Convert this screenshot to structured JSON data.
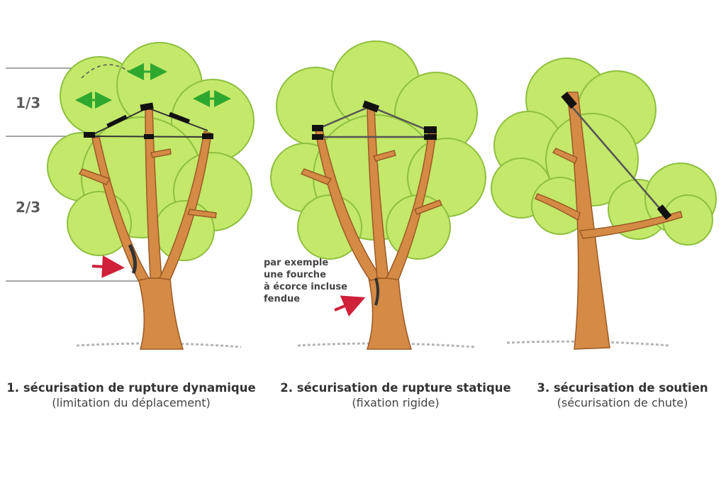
{
  "thirds": {
    "upper": "1/3",
    "lower": "2/3"
  },
  "note": {
    "lines": [
      "par exemple",
      "une fourche",
      "à écorce incluse",
      "fendue"
    ]
  },
  "captions": [
    {
      "title": "1. sécurisation de rupture dynamique",
      "sub": "(limitation du déplacement)"
    },
    {
      "title": "2. sécurisation de rupture statique",
      "sub": "(fixation rigide)"
    },
    {
      "title": "3. sécurisation de soutien",
      "sub": "(sécurisation de chute)"
    }
  ],
  "colors": {
    "foliage": "#c3e86a",
    "foliage_edge": "#8fbf3f",
    "trunk": "#d58a45",
    "trunk_edge": "#9a5a25",
    "cable": "#333333",
    "anchor": "#111111",
    "motion_arrow": "#2ea82e",
    "pointer_arrow": "#d0203a",
    "guide_line": "#888888"
  },
  "icons": {
    "motion_arrow": "double-headed-arrow-icon",
    "pointer_arrow": "red-arrow-icon"
  }
}
